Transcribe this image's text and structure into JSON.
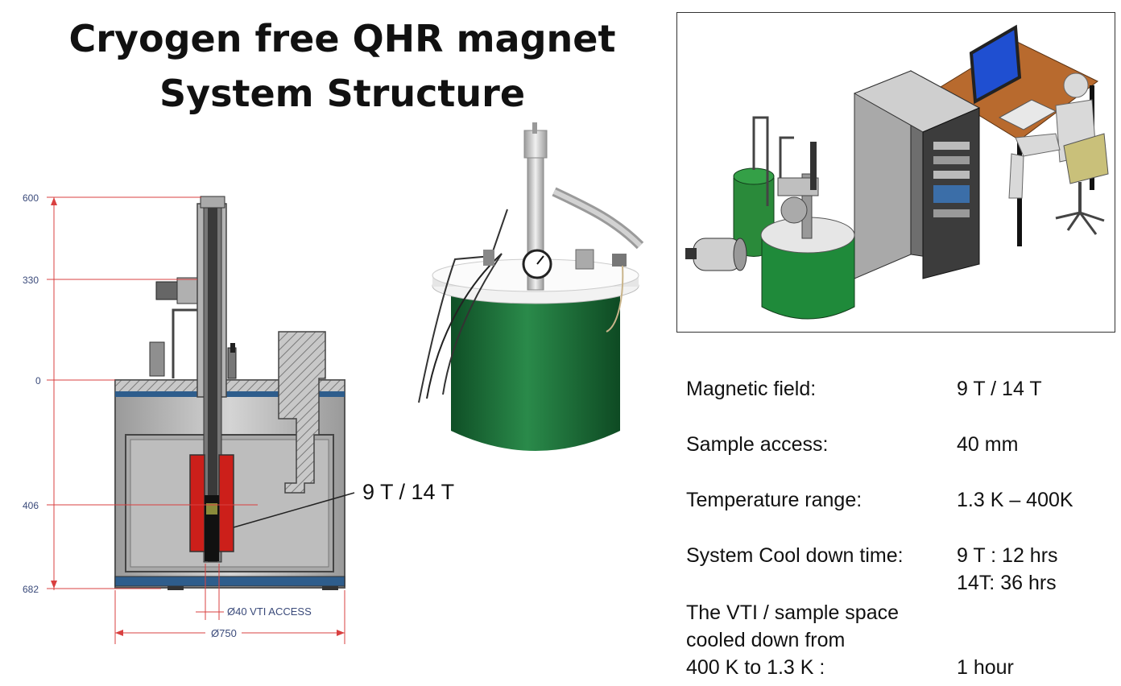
{
  "title": {
    "line1": "Cryogen free QHR magnet",
    "line2": "System Structure"
  },
  "schematic": {
    "dimension_labels": [
      "600",
      "330",
      "0",
      "406",
      "682"
    ],
    "vti_access_label": "Ø40 VTI ACCESS",
    "diameter_label": "Ø750",
    "field_callout": "9 T / 14 T"
  },
  "specs": {
    "magnetic_field": {
      "label": "Magnetic field:",
      "value": "9 T / 14 T"
    },
    "sample_access": {
      "label": "Sample access:",
      "value": "40 mm"
    },
    "temperature_range": {
      "label": "Temperature range:",
      "value": "1.3 K – 400K"
    },
    "cooldown": {
      "label": "System Cool down time:",
      "value_1": "9 T : 12 hrs",
      "value_2": "14T: 36 hrs"
    },
    "vti_cooldown": {
      "label_line1": "The VTI / sample space",
      "label_line2": "cooled down from",
      "label_line3": "400 K to 1.3 K :",
      "value": "1 hour"
    }
  },
  "colors": {
    "dimension_line": "#d94040",
    "magnet_coil": "#cc1f1a",
    "cryostat_green": "#1f7a3c",
    "vessel_gray": "#b9b9b9",
    "steel_blue": "#2e5d8c"
  }
}
